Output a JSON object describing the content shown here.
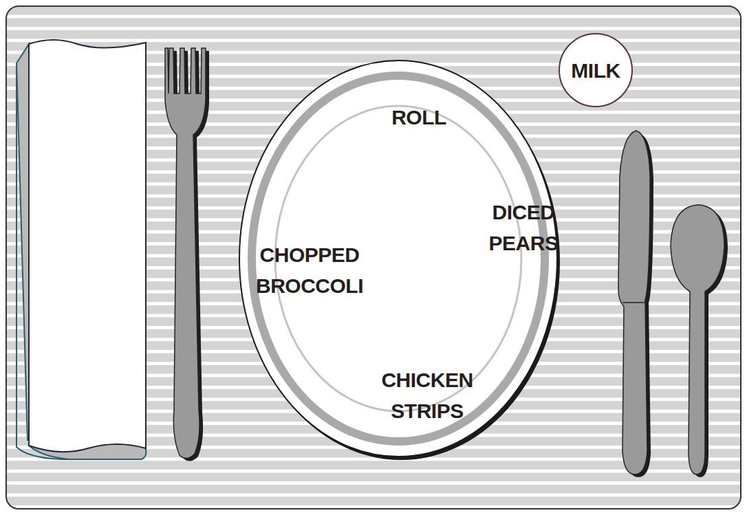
{
  "diagram": {
    "nodes": [
      {
        "text": [
          "ROLL",
          "DICED PEARS",
          "CHOPPED BROCCOLI",
          "CHICKEN STRIPS"
        ]
      },
      {
        "text": [
          "MILK"
        ]
      }
    ]
  }
}
